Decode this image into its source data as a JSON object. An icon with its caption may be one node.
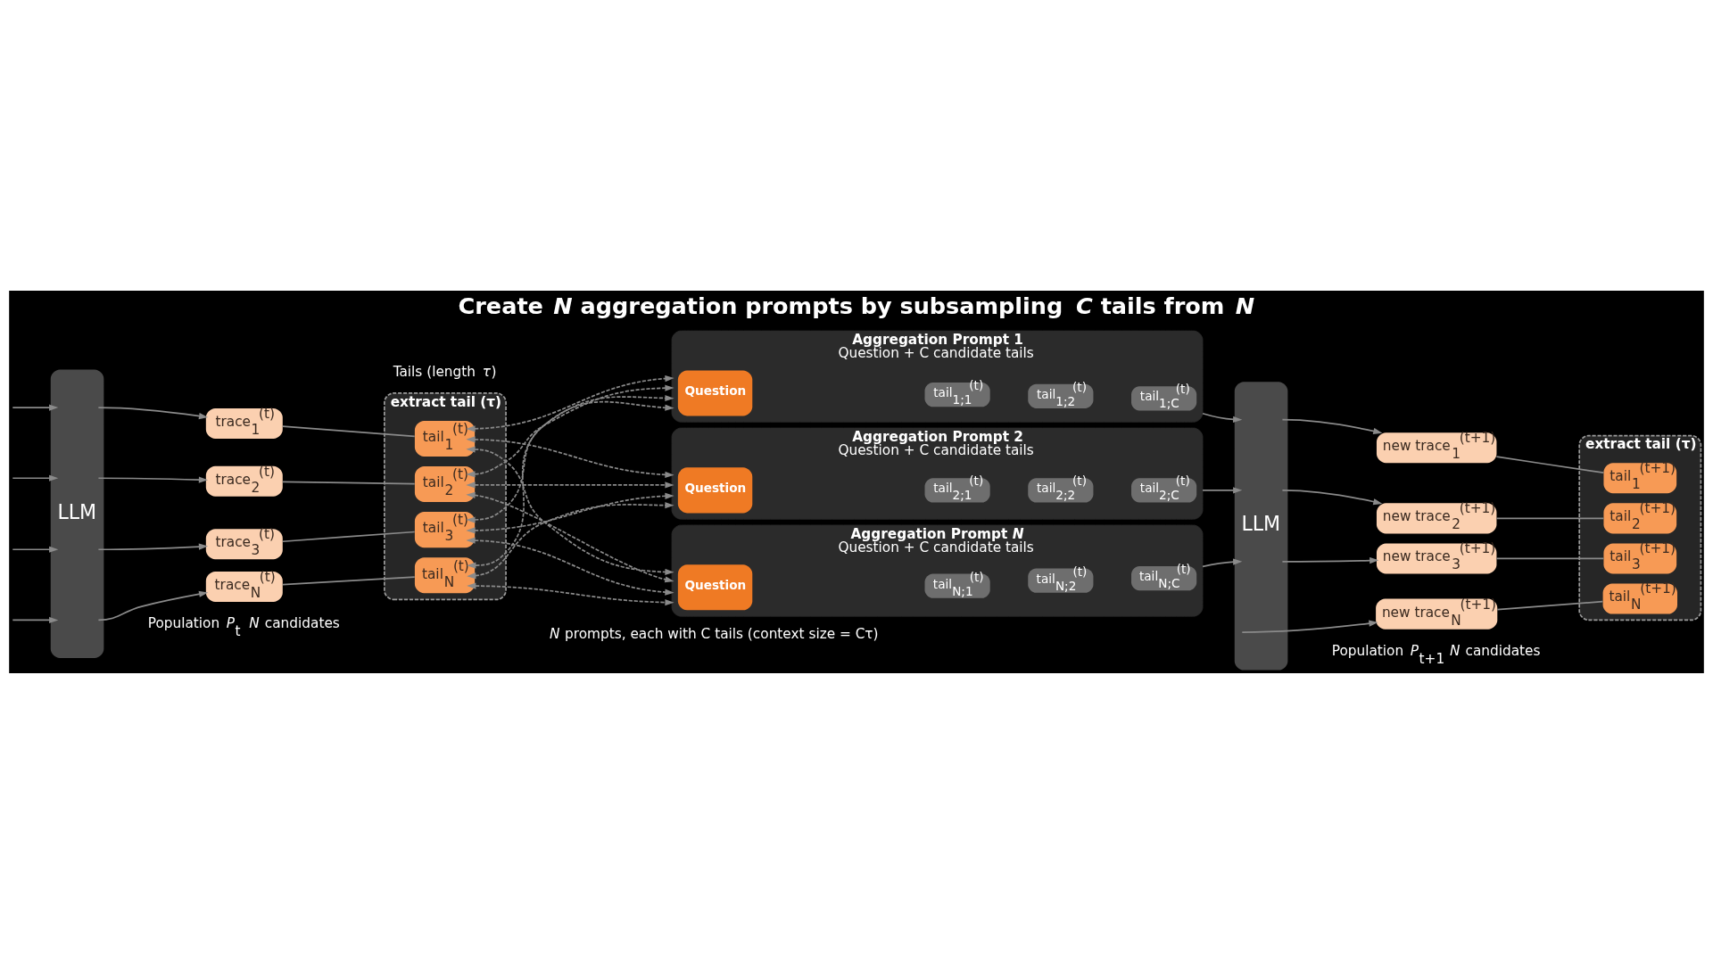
{
  "diagram": {
    "title": "Create *N* aggregation prompts by subsampling *C* tails from *N*",
    "nodes": [
      {
        "text": [
          "LLM"
        ]
      },
      {
        "text": [
          "trace$_{1}$$^{(t)}$"
        ]
      },
      {
        "text": [
          "trace$_{2}$$^{(t)}$"
        ]
      },
      {
        "text": [
          "trace$_{3}$$^{(t)}$"
        ]
      },
      {
        "text": [
          "trace$_{N}$$^{(t)}$"
        ]
      },
      {
        "text": [
          "extract tail (τ)"
        ]
      },
      {
        "text": [
          "tail$_{1}$$^{(t)}$"
        ],
        "in": 5
      },
      {
        "text": [
          "tail$_{2}$$^{(t)}$"
        ],
        "in": 5
      },
      {
        "text": [
          "tail$_{3}$$^{(t)}$"
        ],
        "in": 5
      },
      {
        "text": [
          "tail$_{N}$$^{(t)}$"
        ],
        "in": 5
      },
      {
        "text": [
          "Aggregation Prompt 1",
          "Question + C candidate tails"
        ]
      },
      {
        "text": [
          "Question"
        ],
        "in": 10
      },
      {
        "text": [
          "tail$_{1;1}$$^{(t)}$"
        ],
        "in": 10
      },
      {
        "text": [
          "tail$_{1;2}$$^{(t)}$"
        ],
        "in": 10
      },
      {
        "text": [
          "tail$_{1;C}$$^{(t)}$"
        ],
        "in": 10
      },
      {
        "text": [
          "Aggregation Prompt 2",
          "Question + C candidate tails"
        ]
      },
      {
        "text": [
          "Question"
        ],
        "in": 15
      },
      {
        "text": [
          "tail$_{2;1}$$^{(t)}$"
        ],
        "in": 15
      },
      {
        "text": [
          "tail$_{2;2}$$^{(t)}$"
        ],
        "in": 15
      },
      {
        "text": [
          "tail$_{2;C}$$^{(t)}$"
        ],
        "in": 15
      },
      {
        "text": [
          "Aggregation Prompt *N*",
          "Question + C candidate tails"
        ]
      },
      {
        "text": [
          "Question"
        ],
        "in": 20
      },
      {
        "text": [
          "tail$_{N;1}$$^{(t)}$"
        ],
        "in": 20
      },
      {
        "text": [
          "tail$_{N;2}$$^{(t)}$"
        ],
        "in": 20
      },
      {
        "text": [
          "tail$_{N;C}$$^{(t)}$"
        ],
        "in": 20
      },
      {
        "text": [
          "LLM"
        ]
      },
      {
        "text": [
          "new trace$_{1}$$^{(t+1)}$"
        ]
      },
      {
        "text": [
          "new trace$_{2}$$^{(t+1)}$"
        ]
      },
      {
        "text": [
          "new trace$_{3}$$^{(t+1)}$"
        ]
      },
      {
        "text": [
          "new trace$_{N}$$^{(t+1)}$"
        ]
      },
      {
        "text": [
          "extract tail (τ)"
        ]
      },
      {
        "text": [
          "tail$_{1}$$^{(t+1)}$"
        ],
        "in": 30
      },
      {
        "text": [
          "tail$_{2}$$^{(t+1)}$"
        ],
        "in": 30
      },
      {
        "text": [
          "tail$_{3}$$^{(t+1)}$"
        ],
        "in": 30
      },
      {
        "text": [
          "tail$_{N}$$^{(t+1)}$"
        ],
        "in": 30
      }
    ],
    "edges": [
      {
        "from": null,
        "to": 0,
        "arrow": "to"
      },
      {
        "from": null,
        "to": 0,
        "arrow": "to"
      },
      {
        "from": null,
        "to": 0,
        "arrow": "to"
      },
      {
        "from": null,
        "to": 0,
        "arrow": "to"
      },
      {
        "from": 0,
        "to": 1,
        "arrow": "to"
      },
      {
        "from": 0,
        "to": 2,
        "arrow": "to"
      },
      {
        "from": 0,
        "to": 3,
        "arrow": "to"
      },
      {
        "from": 0,
        "to": 4,
        "arrow": "to"
      },
      {
        "from": 1,
        "to": 6,
        "arrow": "none"
      },
      {
        "from": 2,
        "to": 7,
        "arrow": "none"
      },
      {
        "from": 3,
        "to": 8,
        "arrow": "none"
      },
      {
        "from": 4,
        "to": 9,
        "arrow": "none"
      },
      {
        "from": 6,
        "to": 10,
        "arrow": "both",
        "style": "dashed"
      },
      {
        "from": 6,
        "to": 15,
        "arrow": "both",
        "style": "dashed"
      },
      {
        "from": 6,
        "to": 20,
        "arrow": "both",
        "style": "dashed"
      },
      {
        "from": 7,
        "to": 10,
        "arrow": "both",
        "style": "dashed"
      },
      {
        "from": 7,
        "to": 15,
        "arrow": "both",
        "style": "dashed"
      },
      {
        "from": 7,
        "to": 20,
        "arrow": "both",
        "style": "dashed"
      },
      {
        "from": 8,
        "to": 10,
        "arrow": "both",
        "style": "dashed"
      },
      {
        "from": 8,
        "to": 15,
        "arrow": "both",
        "style": "dashed"
      },
      {
        "from": 8,
        "to": 20,
        "arrow": "both",
        "style": "dashed"
      },
      {
        "from": 9,
        "to": 10,
        "arrow": "both",
        "style": "dashed"
      },
      {
        "from": 9,
        "to": 15,
        "arrow": "both",
        "style": "dashed"
      },
      {
        "from": 9,
        "to": 20,
        "arrow": "both",
        "style": "dashed"
      },
      {
        "from": 10,
        "to": 25,
        "arrow": "to"
      },
      {
        "from": 15,
        "to": 25,
        "arrow": "to"
      },
      {
        "from": 20,
        "to": 25,
        "arrow": "to"
      },
      {
        "from": 25,
        "to": 26,
        "arrow": "to"
      },
      {
        "from": 25,
        "to": 27,
        "arrow": "to"
      },
      {
        "from": 25,
        "to": 28,
        "arrow": "to"
      },
      {
        "from": 25,
        "to": 29,
        "arrow": "to"
      },
      {
        "from": 26,
        "to": 31,
        "arrow": "none"
      },
      {
        "from": 27,
        "to": 32,
        "arrow": "none"
      },
      {
        "from": 28,
        "to": 33,
        "arrow": "none"
      },
      {
        "from": 29,
        "to": 34,
        "arrow": "none"
      }
    ],
    "labels": [
      "Population *P*$_{t}$ *N* candidates",
      "Tails (length *τ*)",
      "*N* prompts, each with C tails (context size = Cτ)",
      "Population *P*$_{t+1}$ *N* candidates"
    ]
  }
}
